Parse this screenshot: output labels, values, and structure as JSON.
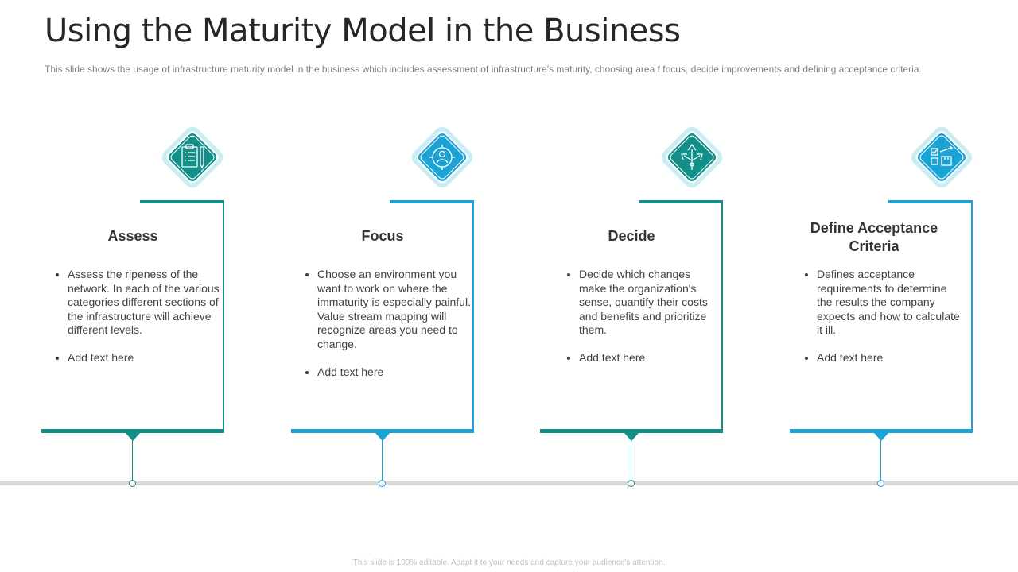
{
  "title": "Using the Maturity Model in the Business",
  "subtitle": "This slide shows the usage of infrastructure  maturity model in the business which includes assessment of infrastructure’s maturity, choosing area f focus, decide improvements  and defining acceptance criteria.",
  "steps": [
    {
      "title": "Assess",
      "bullets": [
        "Assess the ripeness of the network. In each of the various categories different sections of the infrastructure will achieve different levels.",
        "Add text here"
      ],
      "icon": "clipboard-icon",
      "color": "#138f8a"
    },
    {
      "title": "Focus",
      "bullets": [
        "Choose an environment you want to work on where the immaturity is especially painful. Value stream mapping will recognize areas you need to change.",
        "Add text here"
      ],
      "icon": "target-user-icon",
      "color": "#1ba3d6"
    },
    {
      "title": "Decide",
      "bullets": [
        "Decide which changes make the organization's sense, quantify their costs and benefits and prioritize them.",
        "Add text here"
      ],
      "icon": "crossroads-arrows-icon",
      "color": "#138f8a"
    },
    {
      "title": "Define Acceptance Criteria",
      "bullets": [
        "Defines acceptance requirements to determine the results the company expects and how to calculate it ill.",
        "Add text here"
      ],
      "icon": "checklist-boxes-icon",
      "color": "#1ba3d6"
    }
  ],
  "footer": "This slide is 100% editable. Adapt it to your needs and capture your audience's attention."
}
